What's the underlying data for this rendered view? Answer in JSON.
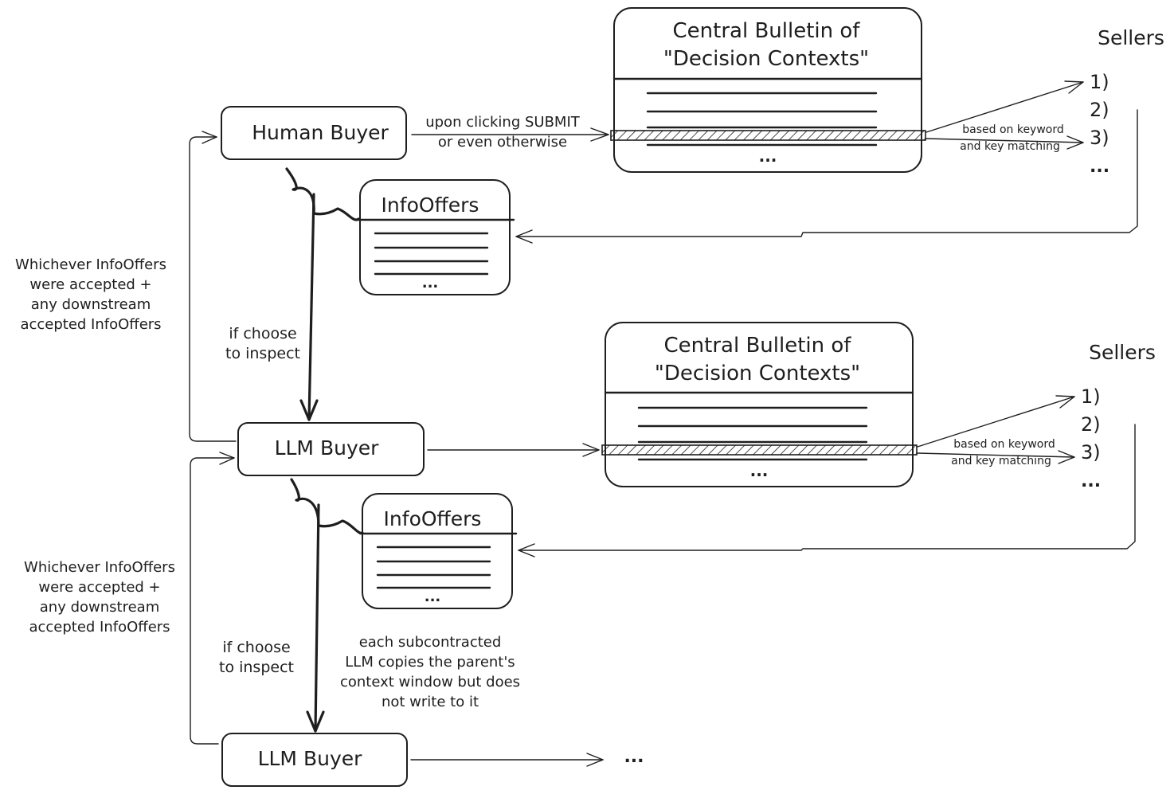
{
  "colors": {
    "stroke": "#1e1e1e",
    "background": "#ffffff"
  },
  "top": {
    "human_buyer": "Human Buyer",
    "submit_line1": "upon clicking SUBMIT",
    "submit_line2": "or even otherwise",
    "bulletin_line1": "Central Bulletin of",
    "bulletin_line2": "\"Decision Contexts\"",
    "bulletin_more": "...",
    "sellers": "Sellers",
    "seller_items": [
      "1)",
      "2)",
      "3)",
      "..."
    ],
    "match_line1": "based on keyword",
    "match_line2": "and key matching",
    "infooffers": "InfoOffers",
    "infooffers_more": "...",
    "inspect_line1": "if choose",
    "inspect_line2": "to inspect",
    "accepted_lines": [
      "Whichever InfoOffers",
      "were accepted +",
      "any downstream",
      "accepted InfoOffers"
    ]
  },
  "middle": {
    "llm_buyer": "LLM Buyer",
    "bulletin_line1": "Central Bulletin of",
    "bulletin_line2": "\"Decision Contexts\"",
    "bulletin_more": "...",
    "sellers": "Sellers",
    "seller_items": [
      "1)",
      "2)",
      "3)",
      "..."
    ],
    "match_line1": "based on keyword",
    "match_line2": "and key matching",
    "infooffers": "InfoOffers",
    "infooffers_more": "...",
    "inspect_line1": "if choose",
    "inspect_line2": "to inspect",
    "accepted_lines": [
      "Whichever InfoOffers",
      "were accepted +",
      "any downstream",
      "accepted InfoOffers"
    ],
    "subcontract_lines": [
      "each subcontracted",
      "LLM copies the parent's",
      "context window but does",
      "not write to it"
    ]
  },
  "bottom": {
    "llm_buyer": "LLM Buyer",
    "continuation": "..."
  }
}
